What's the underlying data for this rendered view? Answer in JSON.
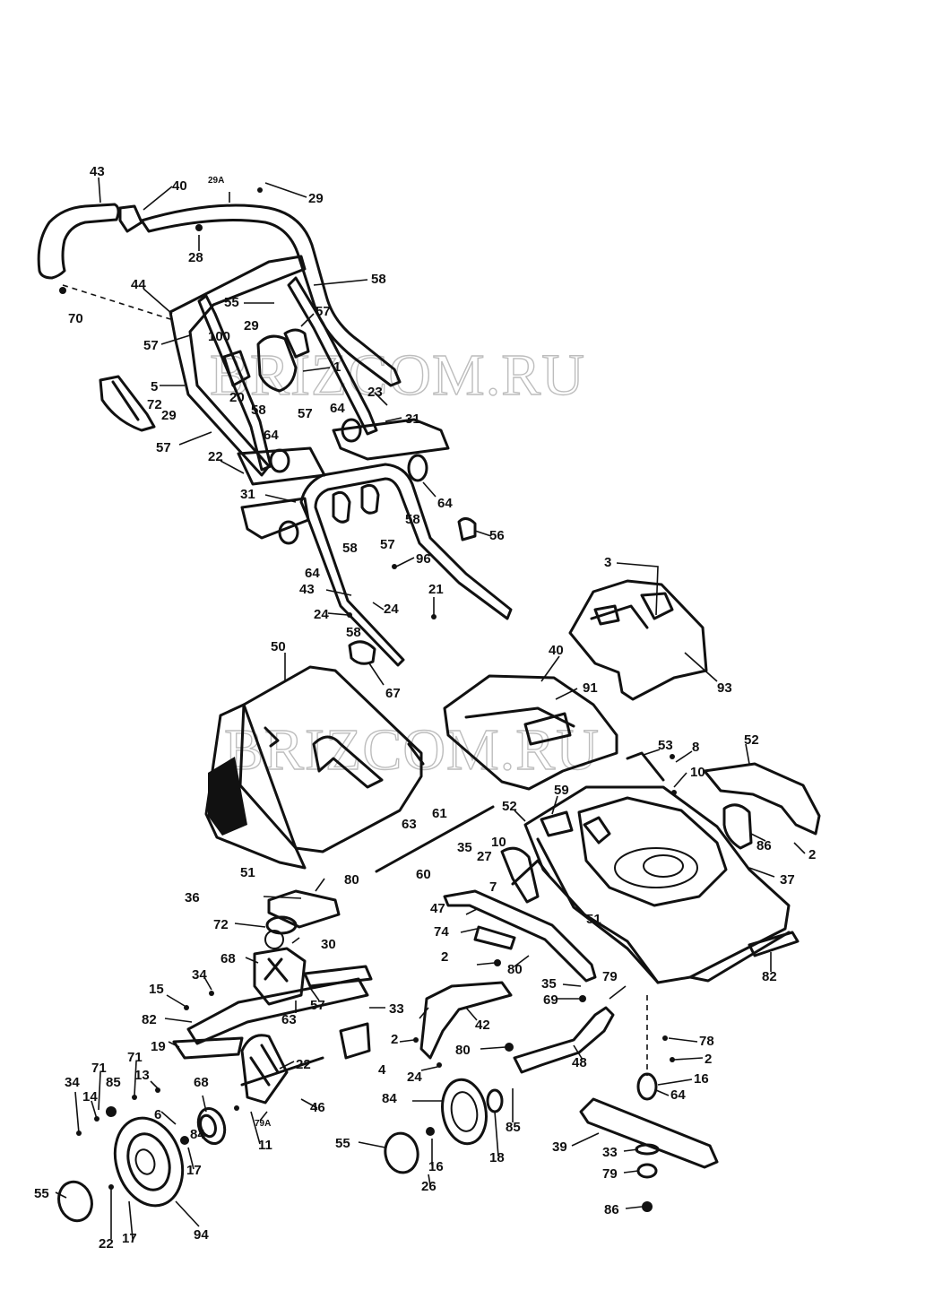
{
  "watermark": "BRIZCOM.RU",
  "labels": {
    "l1": "43",
    "l2": "40",
    "l3": "29A",
    "l4": "29",
    "l5": "28",
    "l6": "58",
    "l7": "44",
    "l8": "70",
    "l9": "55",
    "l10": "57",
    "l11": "57",
    "l12": "100",
    "l13": "29",
    "l14": "1",
    "l15": "5",
    "l16": "72",
    "l17": "20",
    "l18": "29",
    "l19": "58",
    "l20": "57",
    "l21": "64",
    "l22": "23",
    "l23": "31",
    "l24": "57",
    "l25": "64",
    "l26": "22",
    "l27": "31",
    "l28": "64",
    "l29": "58",
    "l30": "64",
    "l31": "58",
    "l32": "57",
    "l33": "56",
    "l34": "96",
    "l35": "43",
    "l36": "24",
    "l37": "24",
    "l38": "21",
    "l39": "58",
    "l40": "67",
    "l41": "3",
    "l42": "40",
    "l43": "91",
    "l44": "93",
    "l45": "50",
    "l46": "53",
    "l47": "8",
    "l48": "52",
    "l49": "10",
    "l50": "59",
    "l51": "52",
    "l52": "63",
    "l53": "61",
    "l54": "86",
    "l55": "2",
    "l56": "35",
    "l57": "60",
    "l58": "27",
    "l59": "10",
    "l60": "37",
    "l61": "51",
    "l62": "36",
    "l63": "80",
    "l64": "7",
    "l65": "47",
    "l66": "51",
    "l67": "72",
    "l68": "74",
    "l69": "30",
    "l70": "2",
    "l71": "80",
    "l72": "82",
    "l73": "68",
    "l74": "34",
    "l75": "15",
    "l76": "57",
    "l77": "35",
    "l78": "82",
    "l79": "63",
    "l80": "33",
    "l81": "69",
    "l82": "79",
    "l83": "78",
    "l84": "42",
    "l85": "19",
    "l86": "2",
    "l87": "71",
    "l88": "13",
    "l89": "22",
    "l90": "2",
    "l91": "48",
    "l92": "80",
    "l93": "4",
    "l94": "24",
    "l95": "34",
    "l96": "71",
    "l97": "14",
    "l98": "85",
    "l99": "68",
    "l100": "46",
    "l101": "84",
    "l102": "16",
    "l103": "6",
    "l104": "79A",
    "l105": "11",
    "l106": "64",
    "l107": "84",
    "l108": "17",
    "l109": "55",
    "l110": "16",
    "l111": "26",
    "l112": "18",
    "l113": "39",
    "l114": "33",
    "l115": "79",
    "l116": "86",
    "l117": "55",
    "l118": "94",
    "l119": "22",
    "l120": "17",
    "l121": "85"
  }
}
